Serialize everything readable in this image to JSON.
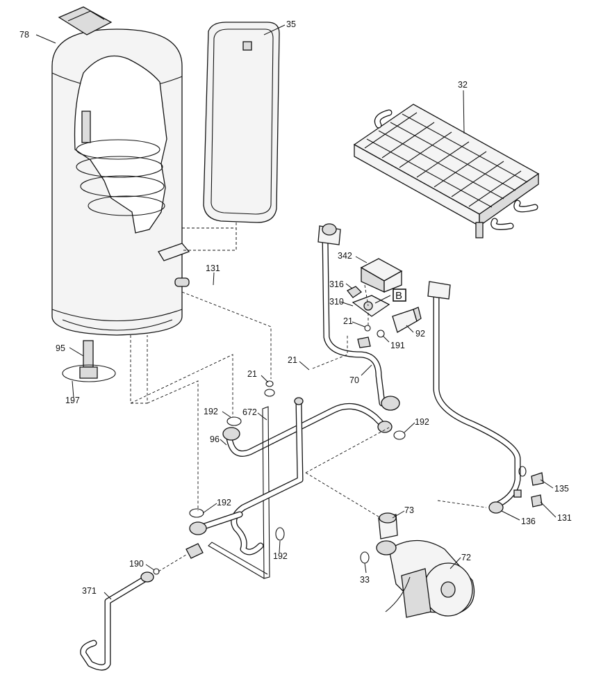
{
  "diagram": {
    "labels": {
      "p78": "78",
      "p35": "35",
      "p32": "32",
      "p342": "342",
      "p316": "316",
      "p310": "310",
      "pB": "B",
      "p21a": "21",
      "p92": "92",
      "p191": "191",
      "p131a": "131",
      "p95": "95",
      "p197": "197",
      "p21b": "21",
      "p21c": "21",
      "p70": "70",
      "p192a": "192",
      "p672": "672",
      "p96": "96",
      "p192b": "192",
      "p135": "135",
      "p131b": "131",
      "p136": "136",
      "p192c": "192",
      "p73": "73",
      "p192d": "192",
      "p190": "190",
      "p33": "33",
      "p72": "72",
      "p371": "371"
    }
  }
}
